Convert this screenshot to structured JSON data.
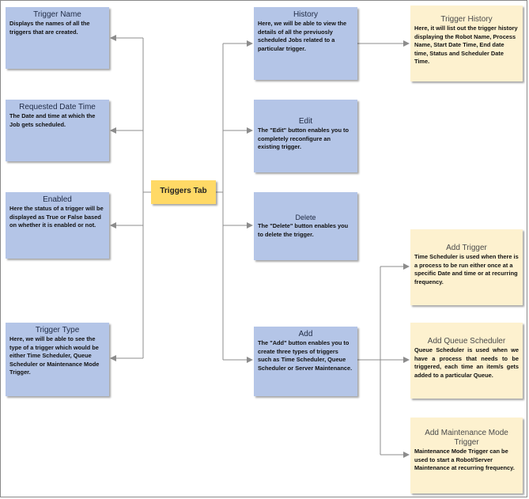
{
  "center": {
    "title": "Triggers Tab"
  },
  "left": [
    {
      "title": "Trigger Name",
      "body": "Displays the names of all the triggers that are created."
    },
    {
      "title": "Requested Date Time",
      "body": "The Date and time at which the Job gets scheduled."
    },
    {
      "title": "Enabled",
      "body": "Here the status of a trigger will be displayed as True or False based on whether it is enabled or not."
    },
    {
      "title": "Trigger Type",
      "body": "Here, we will be able to see the type of a trigger which would be either Time Scheduler, Queue Scheduler or Maintenance Mode Trigger."
    }
  ],
  "middle": [
    {
      "title": "History",
      "body": "Here, we will be able to view the details of all the previuosly scheduled Jobs related to a particular trigger."
    },
    {
      "title": "Edit",
      "body": "The \"Edit\" button enables you to completely reconfigure an existing trigger."
    },
    {
      "title": "Delete",
      "body": "The \"Delete\" button enables you to delete the trigger."
    },
    {
      "title": "Add",
      "body": "The \"Add\" button enables you to create three types of triggers such as Time Scheduler, Queue Scheduler or Server Maintenance."
    }
  ],
  "right": [
    {
      "title": "Trigger History",
      "body": "Here, it will list out the trigger history displaying the Robot Name, Process Name, Start Date Time, End date time, Status and Scheduler Date Time."
    },
    {
      "title": "Add Trigger",
      "body": "Time Scheduler is used when there is a process to be run either once at a specific Date and time or at recurring frequency."
    },
    {
      "title": "Add Queue Scheduler",
      "body": "Queue Scheduler is used when we have a process that needs to be triggered, each time an item/s gets added to a particular Queue."
    },
    {
      "title": "Add Maintenance Mode Trigger",
      "body": "Maintenance Mode Trigger can be used to start a Robot/Server Maintenance at recurring frequency."
    }
  ],
  "colors": {
    "box_blue": "#b4c5e7",
    "box_cream": "#fdf1cf",
    "box_center": "#ffd966",
    "connector": "#8c8c8c"
  }
}
